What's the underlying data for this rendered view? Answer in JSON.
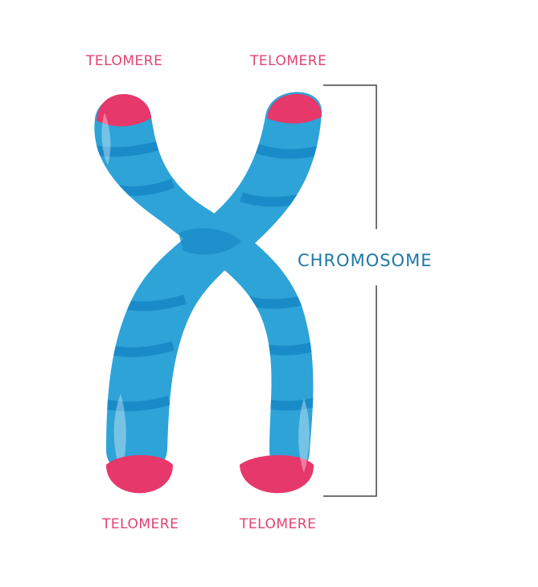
{
  "labels": {
    "telomere_top_left": "TELOMERE",
    "telomere_top_right": "TELOMERE",
    "telomere_bottom_left": "TELOMERE",
    "telomere_bottom_right": "TELOMERE",
    "chromosome": "CHROMOSOME"
  },
  "colors": {
    "chromatid": "#2ea3d8",
    "band": "#1a8bc9",
    "highlight": "#7ed0ee",
    "telomere": "#e6386a",
    "telomere_label": "#e3436f",
    "chromosome_label": "#1d78a8",
    "bracket": "#444444"
  }
}
